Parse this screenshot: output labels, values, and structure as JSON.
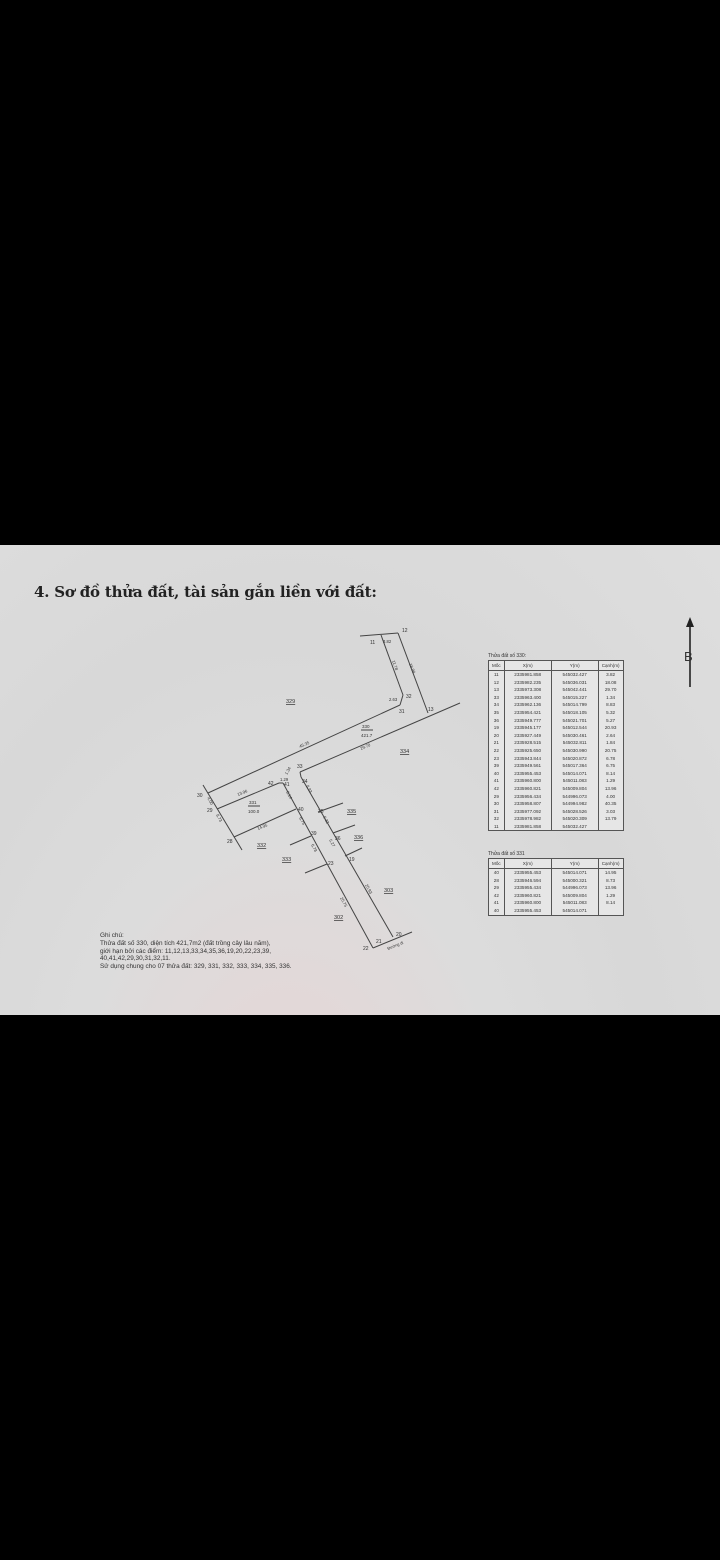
{
  "document": {
    "title": "4. Sơ đồ thửa đất, tài sản gắn liền với đất:",
    "north_label": "B",
    "plan": {
      "points": {
        "11": "11",
        "12": "12",
        "13": "13",
        "19": "19",
        "20": "20",
        "21": "21",
        "22": "22",
        "23": "23",
        "28": "28",
        "29": "29",
        "30": "30",
        "31": "31",
        "32": "32",
        "33": "33",
        "34": "34",
        "35": "35",
        "36": "36",
        "39": "39",
        "40": "40",
        "41": "41",
        "42": "42"
      },
      "lengths": {
        "l11_12": "3.82",
        "l11_32": "11.78",
        "l12_13": "18.08",
        "l32_31": "2.63",
        "l30_31": "45.35",
        "l33_13": "29.70",
        "l33_34": "1.34",
        "l34_35": "8.83",
        "l35_36": "5.32",
        "l36_19": "5.27",
        "l19_20": "20.93",
        "l23_22": "20.75",
        "l39_23": "6.78",
        "l40_39": "6.75",
        "l41_40": "8.14",
        "l42_29": "13.96",
        "l30_29": "4.00",
        "l29_28": "8.73",
        "l28_40": "14.95",
        "l42_41": "1.29"
      },
      "parcels": {
        "p329": "329",
        "p330": "330",
        "p330_area": "421.7",
        "p331": "331",
        "p331_area": "100.0",
        "p332": "332",
        "p333": "333",
        "p334": "334",
        "p335": "335",
        "p336": "336",
        "p302": "302",
        "p303": "303"
      },
      "road_label": "Đường đi"
    },
    "table_330": {
      "title": "Thửa đất số 330:",
      "headers": [
        "Mốc",
        "X(m)",
        "Y(m)",
        "Cạnh(m)"
      ],
      "rows": [
        [
          "11",
          "2335981.858",
          "545032.427",
          "3.82"
        ],
        [
          "12",
          "2335982.235",
          "545036.031",
          "18.08"
        ],
        [
          "13",
          "2335973.308",
          "545042.441",
          "29.70"
        ],
        [
          "33",
          "2335963.400",
          "545015.227",
          "1.34"
        ],
        [
          "34",
          "2335962.136",
          "545014.799",
          "8.83"
        ],
        [
          "35",
          "2335954.421",
          "545018.105",
          "5.32"
        ],
        [
          "36",
          "2335949.777",
          "545021.701",
          "5.27"
        ],
        [
          "19",
          "2335945.177",
          "545012.544",
          "20.93"
        ],
        [
          "20",
          "2335927.449",
          "545030.461",
          "2.64"
        ],
        [
          "21",
          "2335928.515",
          "545032.811",
          "1.84"
        ],
        [
          "22",
          "2335925.650",
          "545030.990",
          "20.75"
        ],
        [
          "23",
          "2335943.844",
          "545020.872",
          "6.78"
        ],
        [
          "39",
          "2335949.561",
          "545017.364",
          "6.75"
        ],
        [
          "40",
          "2335955.453",
          "545014.071",
          "8.14"
        ],
        [
          "41",
          "2335960.800",
          "545011.083",
          "1.29"
        ],
        [
          "42",
          "2335960.821",
          "545009.804",
          "13.96"
        ],
        [
          "29",
          "2335956.434",
          "544996.073",
          "4.00"
        ],
        [
          "30",
          "2335958.807",
          "544994.982",
          "40.35"
        ],
        [
          "31",
          "2335977.092",
          "545028.526",
          "3.03"
        ],
        [
          "32",
          "2335978.982",
          "545020.309",
          "13.79"
        ],
        [
          "11",
          "2335981.858",
          "545032.427",
          ""
        ]
      ]
    },
    "table_331": {
      "title": "Thửa đất số 331",
      "headers": [
        "Mốc",
        "X(m)",
        "Y(m)",
        "Cạnh(m)"
      ],
      "rows": [
        [
          "40",
          "2335955.453",
          "545014.071",
          "14.95"
        ],
        [
          "28",
          "2335946.594",
          "545000.321",
          "8.73"
        ],
        [
          "29",
          "2335955.434",
          "544996.073",
          "13.96"
        ],
        [
          "42",
          "2335960.821",
          "545009.804",
          "1.29"
        ],
        [
          "41",
          "2335960.800",
          "545011.083",
          "8.14"
        ],
        [
          "40",
          "2335955.453",
          "545014.071",
          ""
        ]
      ]
    },
    "notes": {
      "heading": "Ghi chú:",
      "line1": "Thửa đất số 330, diện tích 421,7m2 (đất trồng cây lâu năm),",
      "line2": "giới hạn bởi các điểm: 11,12,13,33,34,35,36,19,20,22,23,39,",
      "line3": "40,41,42,29,30,31,32,11.",
      "line4": "Sử dụng chung cho 07 thửa đất: 329, 331, 332, 333, 334, 335, 336."
    }
  }
}
